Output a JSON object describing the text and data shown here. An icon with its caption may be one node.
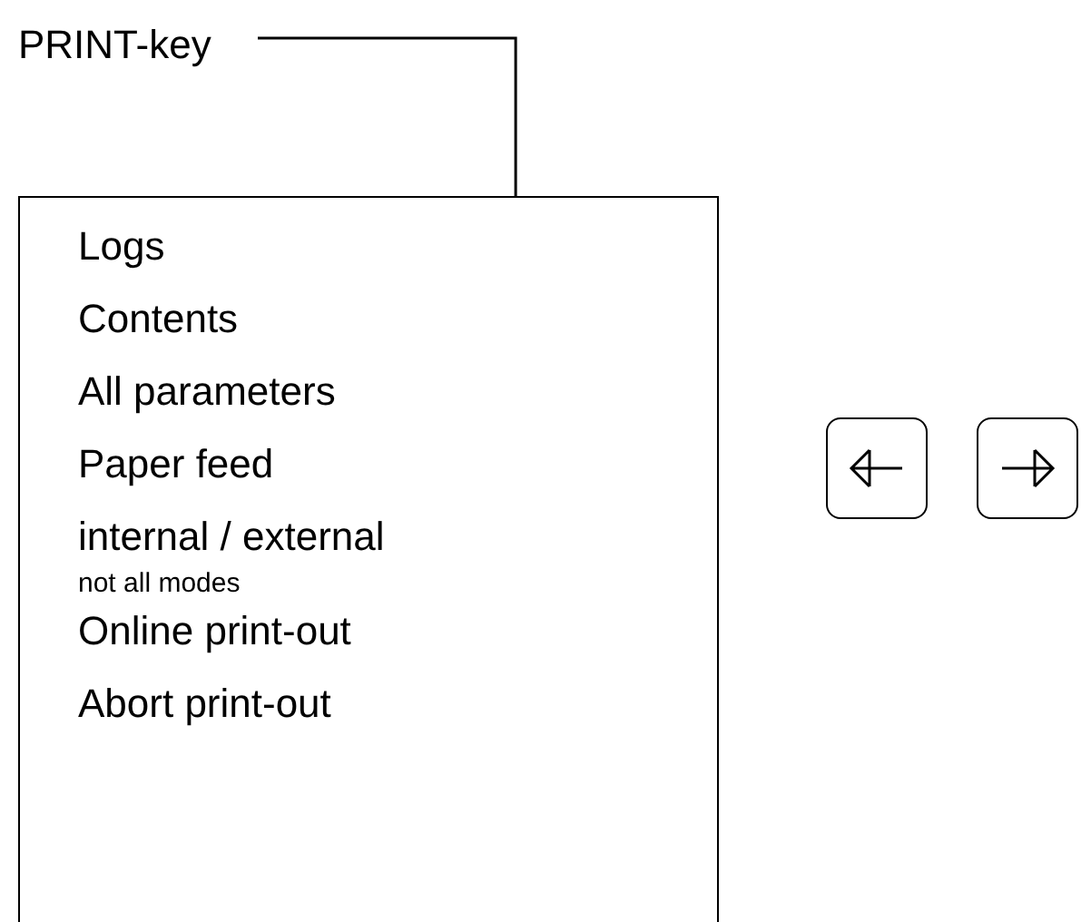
{
  "diagram": {
    "nodes": [
      {
        "text": [
          "PRINT-key"
        ]
      },
      {
        "text": [
          "Logs",
          "Contents",
          "All parameters",
          "Paper feed",
          "internal / external",
          "not all modes",
          "Online print-out",
          "Abort print-out"
        ]
      },
      {
        "text": [],
        "shape": "box"
      },
      {
        "text": [],
        "shape": "box"
      }
    ],
    "edges": [
      {
        "from": 0,
        "to": 1,
        "arrow": "none"
      }
    ]
  }
}
